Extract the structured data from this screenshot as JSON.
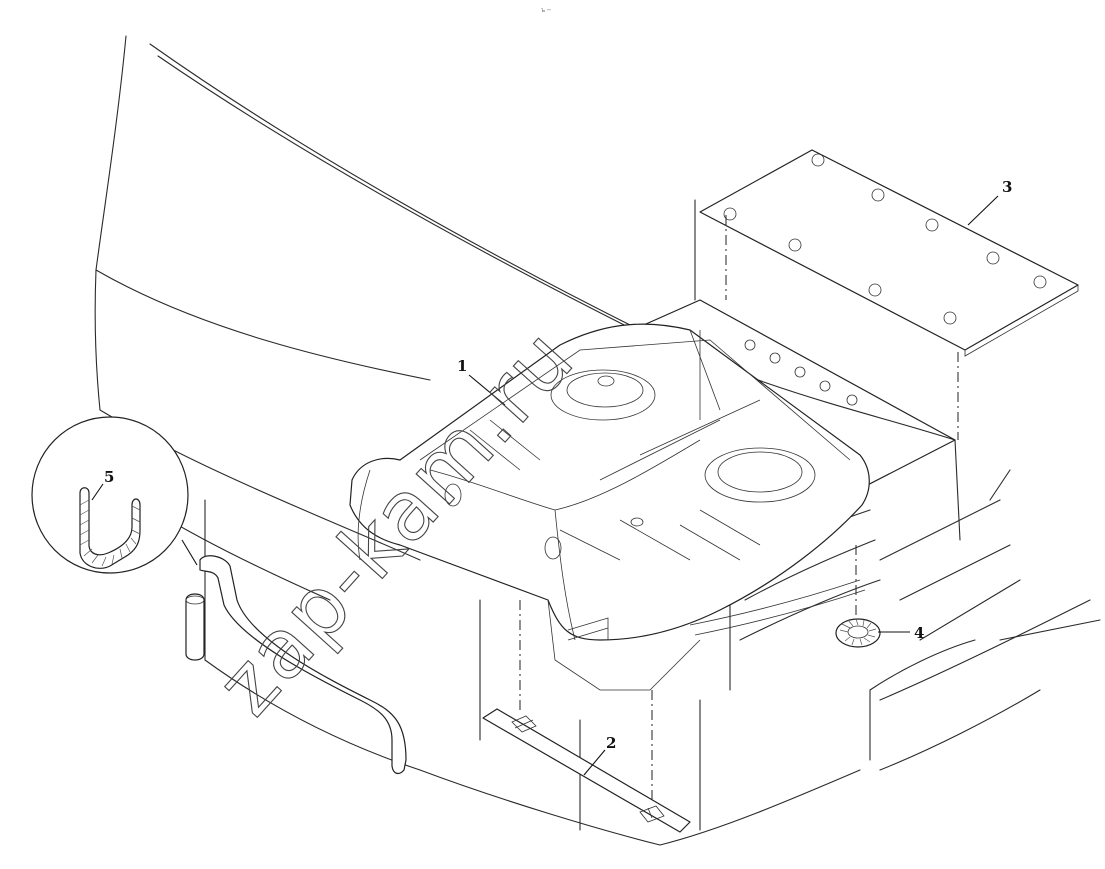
{
  "callouts": [
    {
      "label": "1"
    },
    {
      "label": "2"
    },
    {
      "label": "3"
    },
    {
      "label": "4"
    },
    {
      "label": "5"
    }
  ],
  "watermark": "zap-kam.ru",
  "header_mark": "ъ ─"
}
